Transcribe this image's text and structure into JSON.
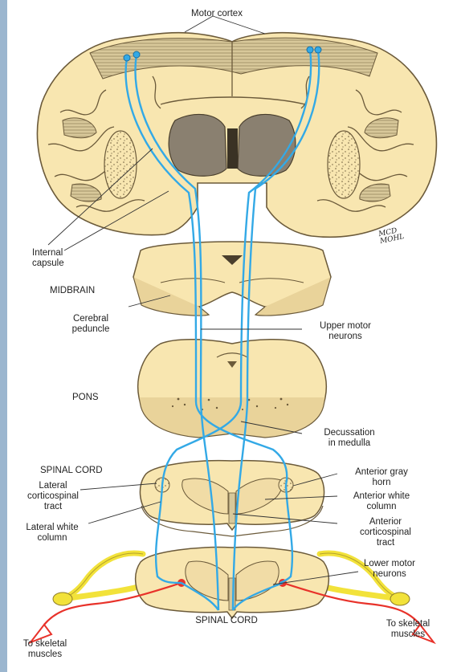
{
  "labels": {
    "motor_cortex": "Motor cortex",
    "internal_capsule": "Internal\ncapsule",
    "signature": "MCD\nMOHL",
    "midbrain": "MIDBRAIN",
    "cerebral_peduncle": "Cerebral\npeduncle",
    "upper_motor_neurons": "Upper motor\nneurons",
    "pons": "PONS",
    "decussation": "Decussation\nin medulla",
    "spinal_cord_top": "SPINAL CORD",
    "lateral_corticospinal": "Lateral\ncorticospinal\ntract",
    "lateral_white_column": "Lateral white\ncolumn",
    "anterior_gray_horn": "Anterior gray\nhorn",
    "anterior_white_column": "Anterior white\ncolumn",
    "anterior_corticospinal": "Anterior\ncorticospinal\ntract",
    "lower_motor_neurons": "Lower motor\nneurons",
    "spinal_cord_bottom": "SPINAL CORD",
    "to_skeletal_left": "To skeletal\nmuscles",
    "to_skeletal_right": "To skeletal\nmuscles"
  },
  "colors": {
    "tissue": "#f8e6b0",
    "tissue_edge": "#6b5a3a",
    "gray_matter": "#8a8070",
    "tract": "#33a9e6",
    "nerve": "#f2e23a",
    "efferent": "#e8322a"
  }
}
